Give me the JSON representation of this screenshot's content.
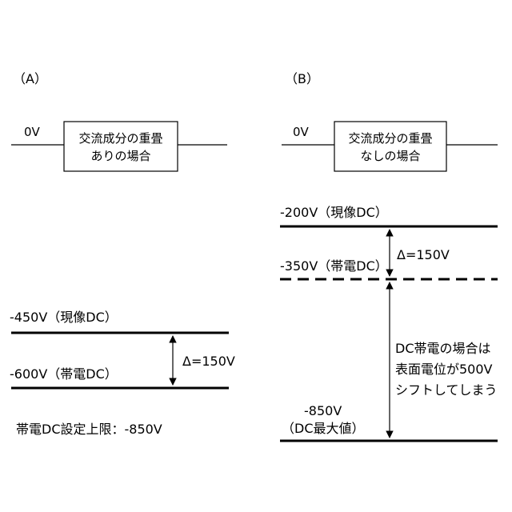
{
  "panel_a": {
    "label": "（A）",
    "zero_label": "0V",
    "box_line1": "交流成分の重畳",
    "box_line2": "ありの場合",
    "level_high": "-450V（現像DC）",
    "level_low": "-600V（帯電DC）",
    "delta": "Δ=150V",
    "limit_note": "帯電DC設定上限：-850V"
  },
  "panel_b": {
    "label": "（B）",
    "zero_label": "0V",
    "box_line1": "交流成分の重畳",
    "box_line2": "なしの場合",
    "level_top": "-200V（現像DC）",
    "level_mid": "-350V（帯電DC）",
    "delta": "Δ=150V",
    "shift_line1": "DC帯電の場合は",
    "shift_line2": "表面電位が500V",
    "shift_line3": "シフトしてしまう",
    "level_bottom_line1": "-850V",
    "level_bottom_line2": "（DC最大値）"
  }
}
